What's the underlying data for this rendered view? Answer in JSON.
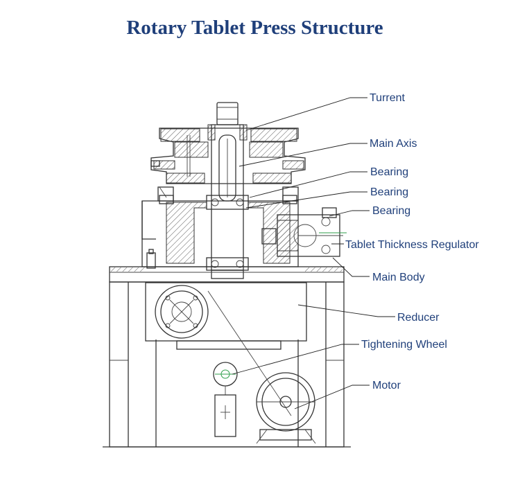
{
  "title": "Rotary Tablet Press Structure",
  "colors": {
    "title": "#1f3f7a",
    "label": "#1f3f7a",
    "line": "#333333",
    "hatch": "#555555",
    "accent": "#2e9e4a"
  },
  "labels": {
    "turrent": "Turrent",
    "main_axis": "Main Axis",
    "bearing_1": "Bearing",
    "bearing_2": "Bearing",
    "bearing_3": "Bearing",
    "tablet_thickness_regulator": "Tablet Thickness Regulator",
    "main_body": "Main Body",
    "reducer": "Reducer",
    "tightening_wheel": "Tightening Wheel",
    "motor": "Motor"
  }
}
